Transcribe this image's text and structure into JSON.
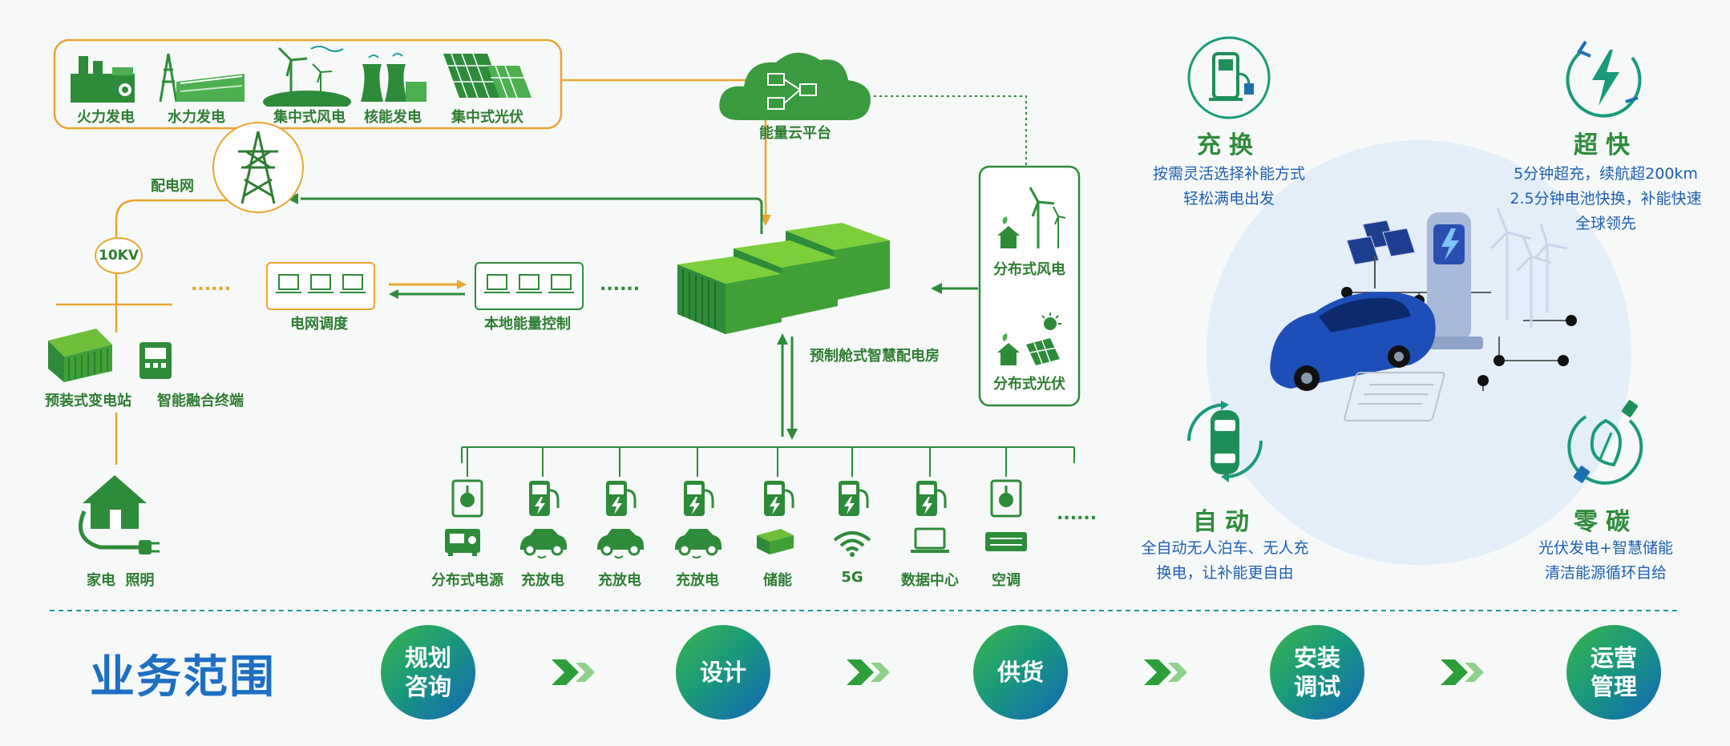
{
  "colors": {
    "green": "#2e8b3a",
    "orange": "#e8a532",
    "blue": "#1f5fb0",
    "dark_green": "#1e7a2e"
  },
  "power_sources": [
    {
      "label": "火力发电",
      "icon": "thermal-plant-icon"
    },
    {
      "label": "水力发电",
      "icon": "hydro-dam-icon"
    },
    {
      "label": "集中式风电",
      "icon": "wind-farm-icon"
    },
    {
      "label": "核能发电",
      "icon": "nuclear-plant-icon"
    },
    {
      "label": "集中式光伏",
      "icon": "solar-farm-icon"
    }
  ],
  "grid": {
    "label": "配电网",
    "voltage": "10KV"
  },
  "left_nodes": {
    "substation": "预装式变电站",
    "terminal": "智能融合终端",
    "home": "家电  照明"
  },
  "dispatch": {
    "grid_dispatch": "电网调度",
    "local_control": "本地能量控制",
    "ellipsis": "......"
  },
  "cloud": {
    "label": "能量云平台"
  },
  "center": {
    "label": "预制舱式智慧配电房"
  },
  "distributed": {
    "wind": "分布式风电",
    "solar": "分布式光伏"
  },
  "loads": [
    {
      "label": "分布式电源",
      "icon": "generator-icon"
    },
    {
      "label": "充放电",
      "icon": "ev-car-icon"
    },
    {
      "label": "充放电",
      "icon": "ev-car-icon"
    },
    {
      "label": "充放电",
      "icon": "ev-car-icon"
    },
    {
      "label": "储能",
      "icon": "battery-container-icon"
    },
    {
      "label": "5G",
      "icon": "wifi-icon"
    },
    {
      "label": "数据中心",
      "icon": "laptop-icon"
    },
    {
      "label": "空调",
      "icon": "air-conditioner-icon"
    }
  ],
  "features": {
    "swap": {
      "title": "充换",
      "desc": [
        "按需灵活选择补能方式",
        "轻松满电出发"
      ]
    },
    "fast": {
      "title": "超快",
      "desc": [
        "5分钟超充，续航超200km",
        "2.5分钟电池快换，补能快速",
        "全球领先"
      ]
    },
    "auto": {
      "title": "自动",
      "desc": [
        "全自动无人泊车、无人充",
        "换电，让补能更自由"
      ]
    },
    "zero": {
      "title": "零碳",
      "desc": [
        "光伏发电+智慧储能",
        "清洁能源循环自给"
      ]
    }
  },
  "business": {
    "title": "业务范围",
    "steps": [
      [
        "规划",
        "咨询"
      ],
      [
        "设计"
      ],
      [
        "供货"
      ],
      [
        "安装",
        "调试"
      ],
      [
        "运营",
        "管理"
      ]
    ]
  }
}
